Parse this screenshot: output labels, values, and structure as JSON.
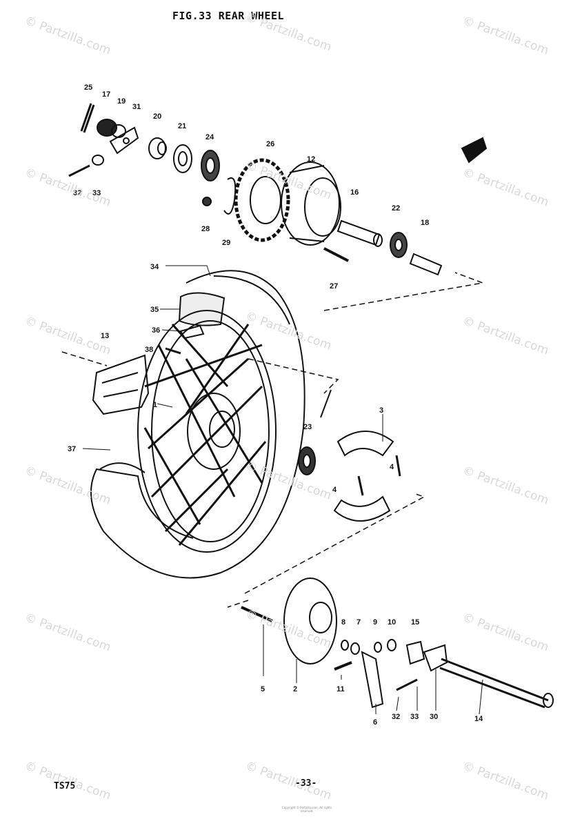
{
  "header": {
    "title": "FIG.33  REAR WHEEL"
  },
  "footer": {
    "model": "TS75",
    "page": "-33-",
    "copyright": "Copyright © Partzilla.com. All rights reserved."
  },
  "watermark": {
    "text": "© Partzilla.com"
  },
  "callouts": {
    "c25": "25",
    "c17": "17",
    "c19": "19",
    "c31": "31",
    "c20": "20",
    "c21": "21",
    "c24": "24",
    "c26": "26",
    "c12": "12",
    "c32a": "32",
    "c33a": "33",
    "c28": "28",
    "c29": "29",
    "c16": "16",
    "c22": "22",
    "c18": "18",
    "c27": "27",
    "c34": "34",
    "c35": "35",
    "c36": "36",
    "c13": "13",
    "c38": "38",
    "c1": "1",
    "c37": "37",
    "c23": "23",
    "c3": "3",
    "c4a": "4",
    "c4b": "4",
    "c5": "5",
    "c2": "2",
    "c8": "8",
    "c7": "7",
    "c9": "9",
    "c10": "10",
    "c11": "11",
    "c6": "6",
    "c15": "15",
    "c32b": "32",
    "c33b": "33",
    "c30": "30",
    "c14": "14"
  }
}
